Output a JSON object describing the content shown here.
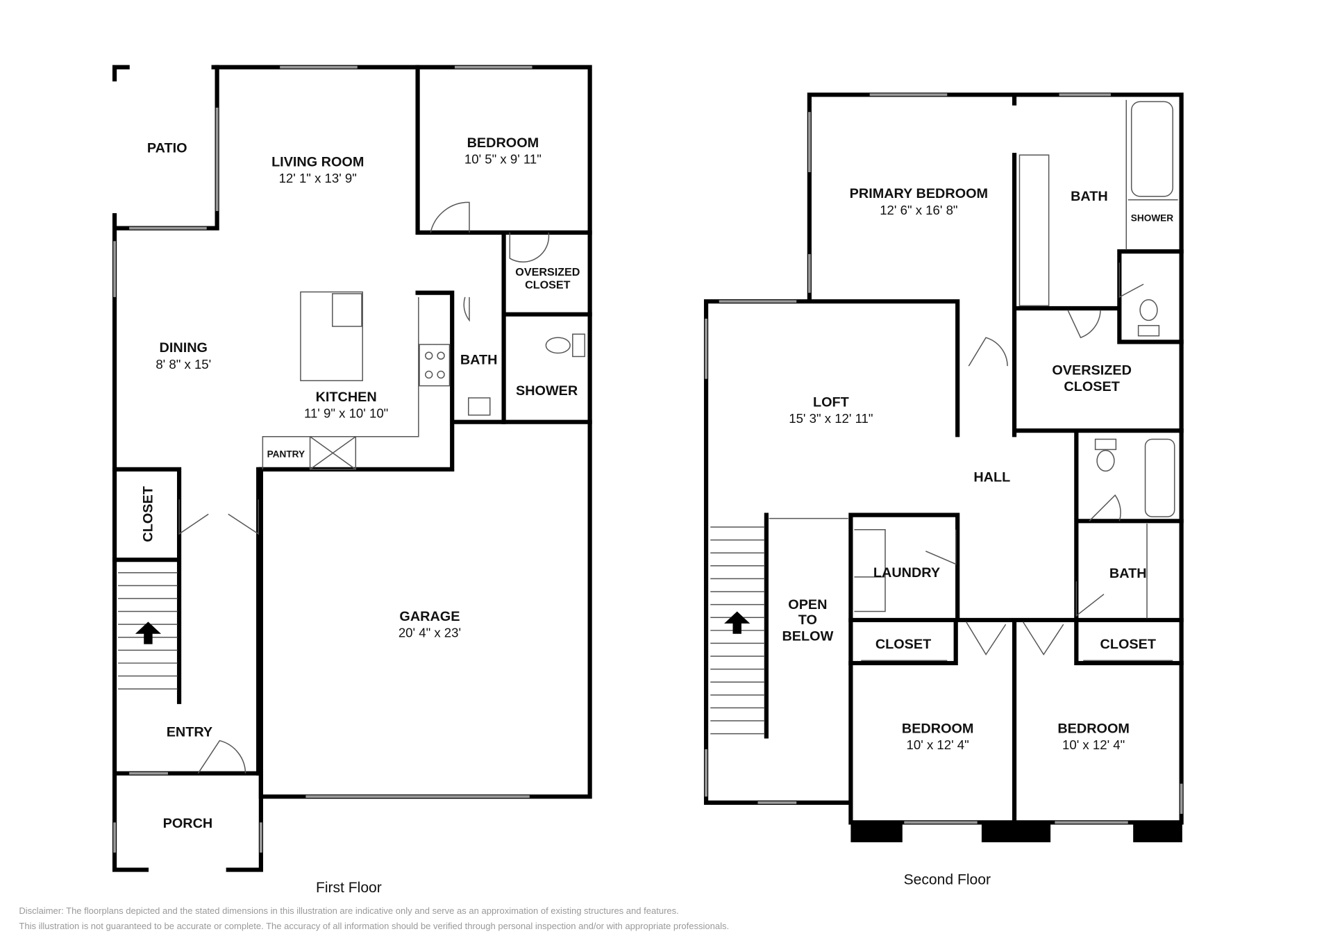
{
  "first_floor": {
    "caption": "First Floor",
    "rooms": [
      {
        "name": "PATIO",
        "dims": ""
      },
      {
        "name": "LIVING ROOM",
        "dims": "12' 1\" x 13' 9\""
      },
      {
        "name": "BEDROOM",
        "dims": "10' 5\" x 9' 11\""
      },
      {
        "name": "OVERSIZED",
        "name2": "CLOSET"
      },
      {
        "name": "DINING",
        "dims": "8' 8\" x 15'"
      },
      {
        "name": "KITCHEN",
        "dims": "11' 9\" x 10' 10\""
      },
      {
        "name": "BATH"
      },
      {
        "name": "SHOWER"
      },
      {
        "name": "PANTRY"
      },
      {
        "name": "CLOSET"
      },
      {
        "name": "GARAGE",
        "dims": "20' 4\" x 23'"
      },
      {
        "name": "ENTRY"
      },
      {
        "name": "PORCH"
      }
    ]
  },
  "second_floor": {
    "caption": "Second Floor",
    "rooms": [
      {
        "name": "PRIMARY BEDROOM",
        "dims": "12' 6\" x 16' 8\""
      },
      {
        "name": "BATH"
      },
      {
        "name": "SHOWER"
      },
      {
        "name": "OVERSIZED",
        "name2": "CLOSET"
      },
      {
        "name": "LOFT",
        "dims": "15' 3\" x 12' 11\""
      },
      {
        "name": "HALL"
      },
      {
        "name": "LAUNDRY"
      },
      {
        "name": "OPEN",
        "name2": "TO",
        "name3": "BELOW"
      },
      {
        "name": "BATH"
      },
      {
        "name": "CLOSET"
      },
      {
        "name": "CLOSET"
      },
      {
        "name": "BEDROOM",
        "dims": "10' x 12' 4\""
      },
      {
        "name": "BEDROOM",
        "dims": "10' x 12' 4\""
      }
    ]
  },
  "disclaimer": {
    "line1": "Disclaimer: The floorplans depicted and the stated dimensions in this illustration are indicative only and serve as an approximation of existing structures and features.",
    "line2": "This illustration is not guaranteed to be accurate or complete. The accuracy of all information should be verified through personal inspection and/or with appropriate professionals."
  }
}
